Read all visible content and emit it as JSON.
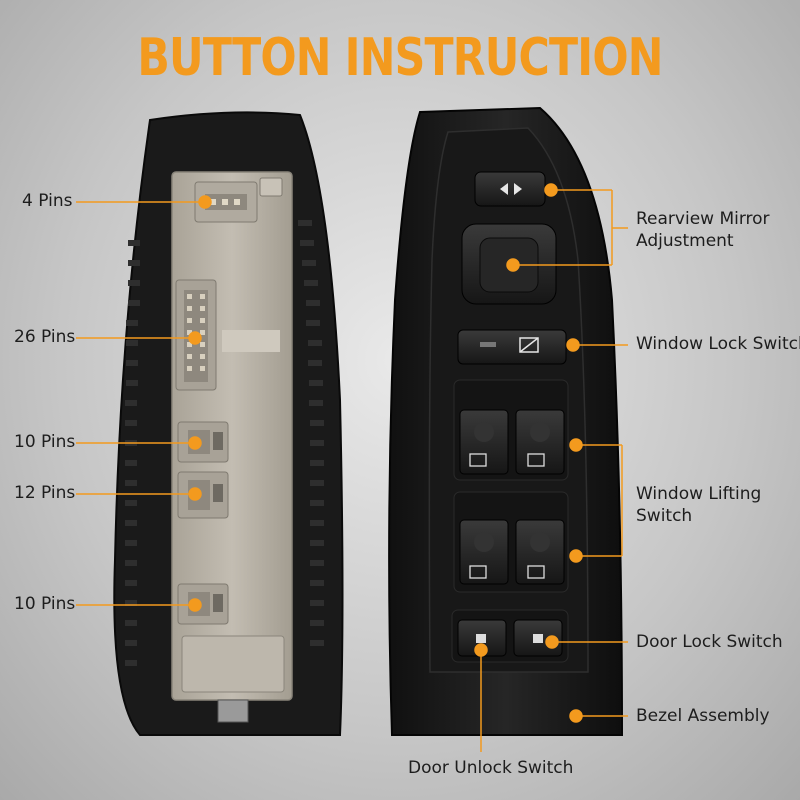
{
  "title": "BUTTON INSTRUCTION",
  "colors": {
    "accent": "#f39a1e",
    "panel": "#1c1c1c",
    "connector": "#b9b2a7"
  },
  "left_labels": {
    "pins_4": "4 Pins",
    "pins_26": "26 Pins",
    "pins_10_a": "10 Pins",
    "pins_12": "12 Pins",
    "pins_10_b": "10 Pins"
  },
  "right_labels": {
    "mirror_line1": "Rearview Mirror",
    "mirror_line2": "Adjustment",
    "window_lock": "Window Lock Switch",
    "lifting_line1": "Window Lifting",
    "lifting_line2": "Switch",
    "door_lock": "Door Lock Switch",
    "bezel": "Bezel Assembly",
    "door_unlock": "Door Unlock Switch"
  }
}
